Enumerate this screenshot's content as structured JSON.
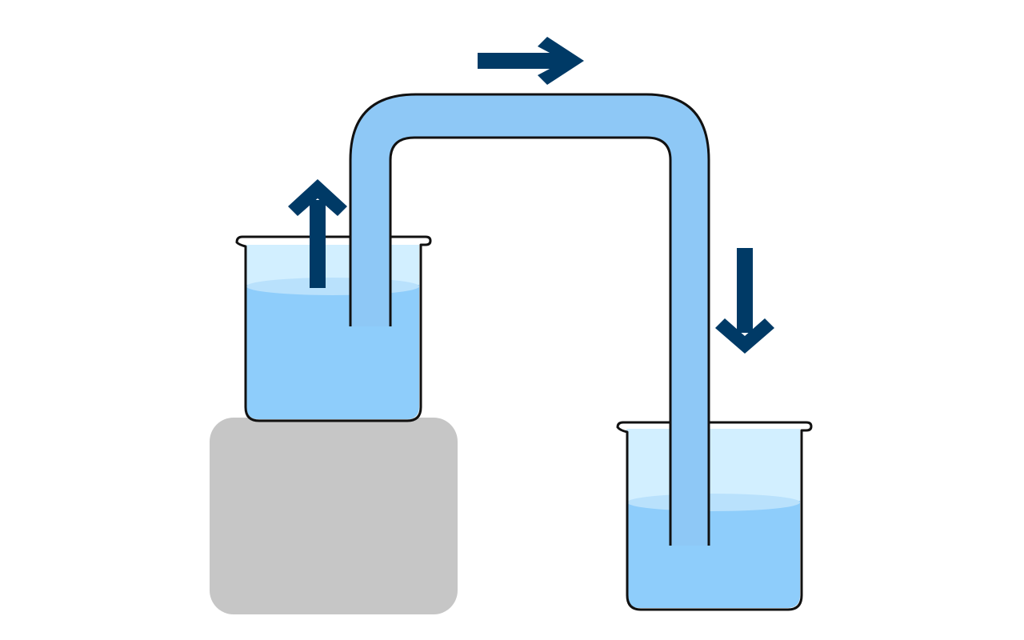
{
  "diagram": {
    "subject": "siphon",
    "flow_arrows": [
      {
        "direction": "up",
        "icon": "arrow-up-icon"
      },
      {
        "direction": "right",
        "icon": "arrow-right-icon"
      },
      {
        "direction": "down",
        "icon": "arrow-down-icon"
      }
    ],
    "colors": {
      "background": "#ffffff",
      "water": "#8ecdfb",
      "water_surface": "#b9e1fc",
      "glass": "#d2efff",
      "tube": "#8ec8f6",
      "outline": "#111111",
      "arrow": "#003a66",
      "stand": "#c6c6c6"
    }
  }
}
